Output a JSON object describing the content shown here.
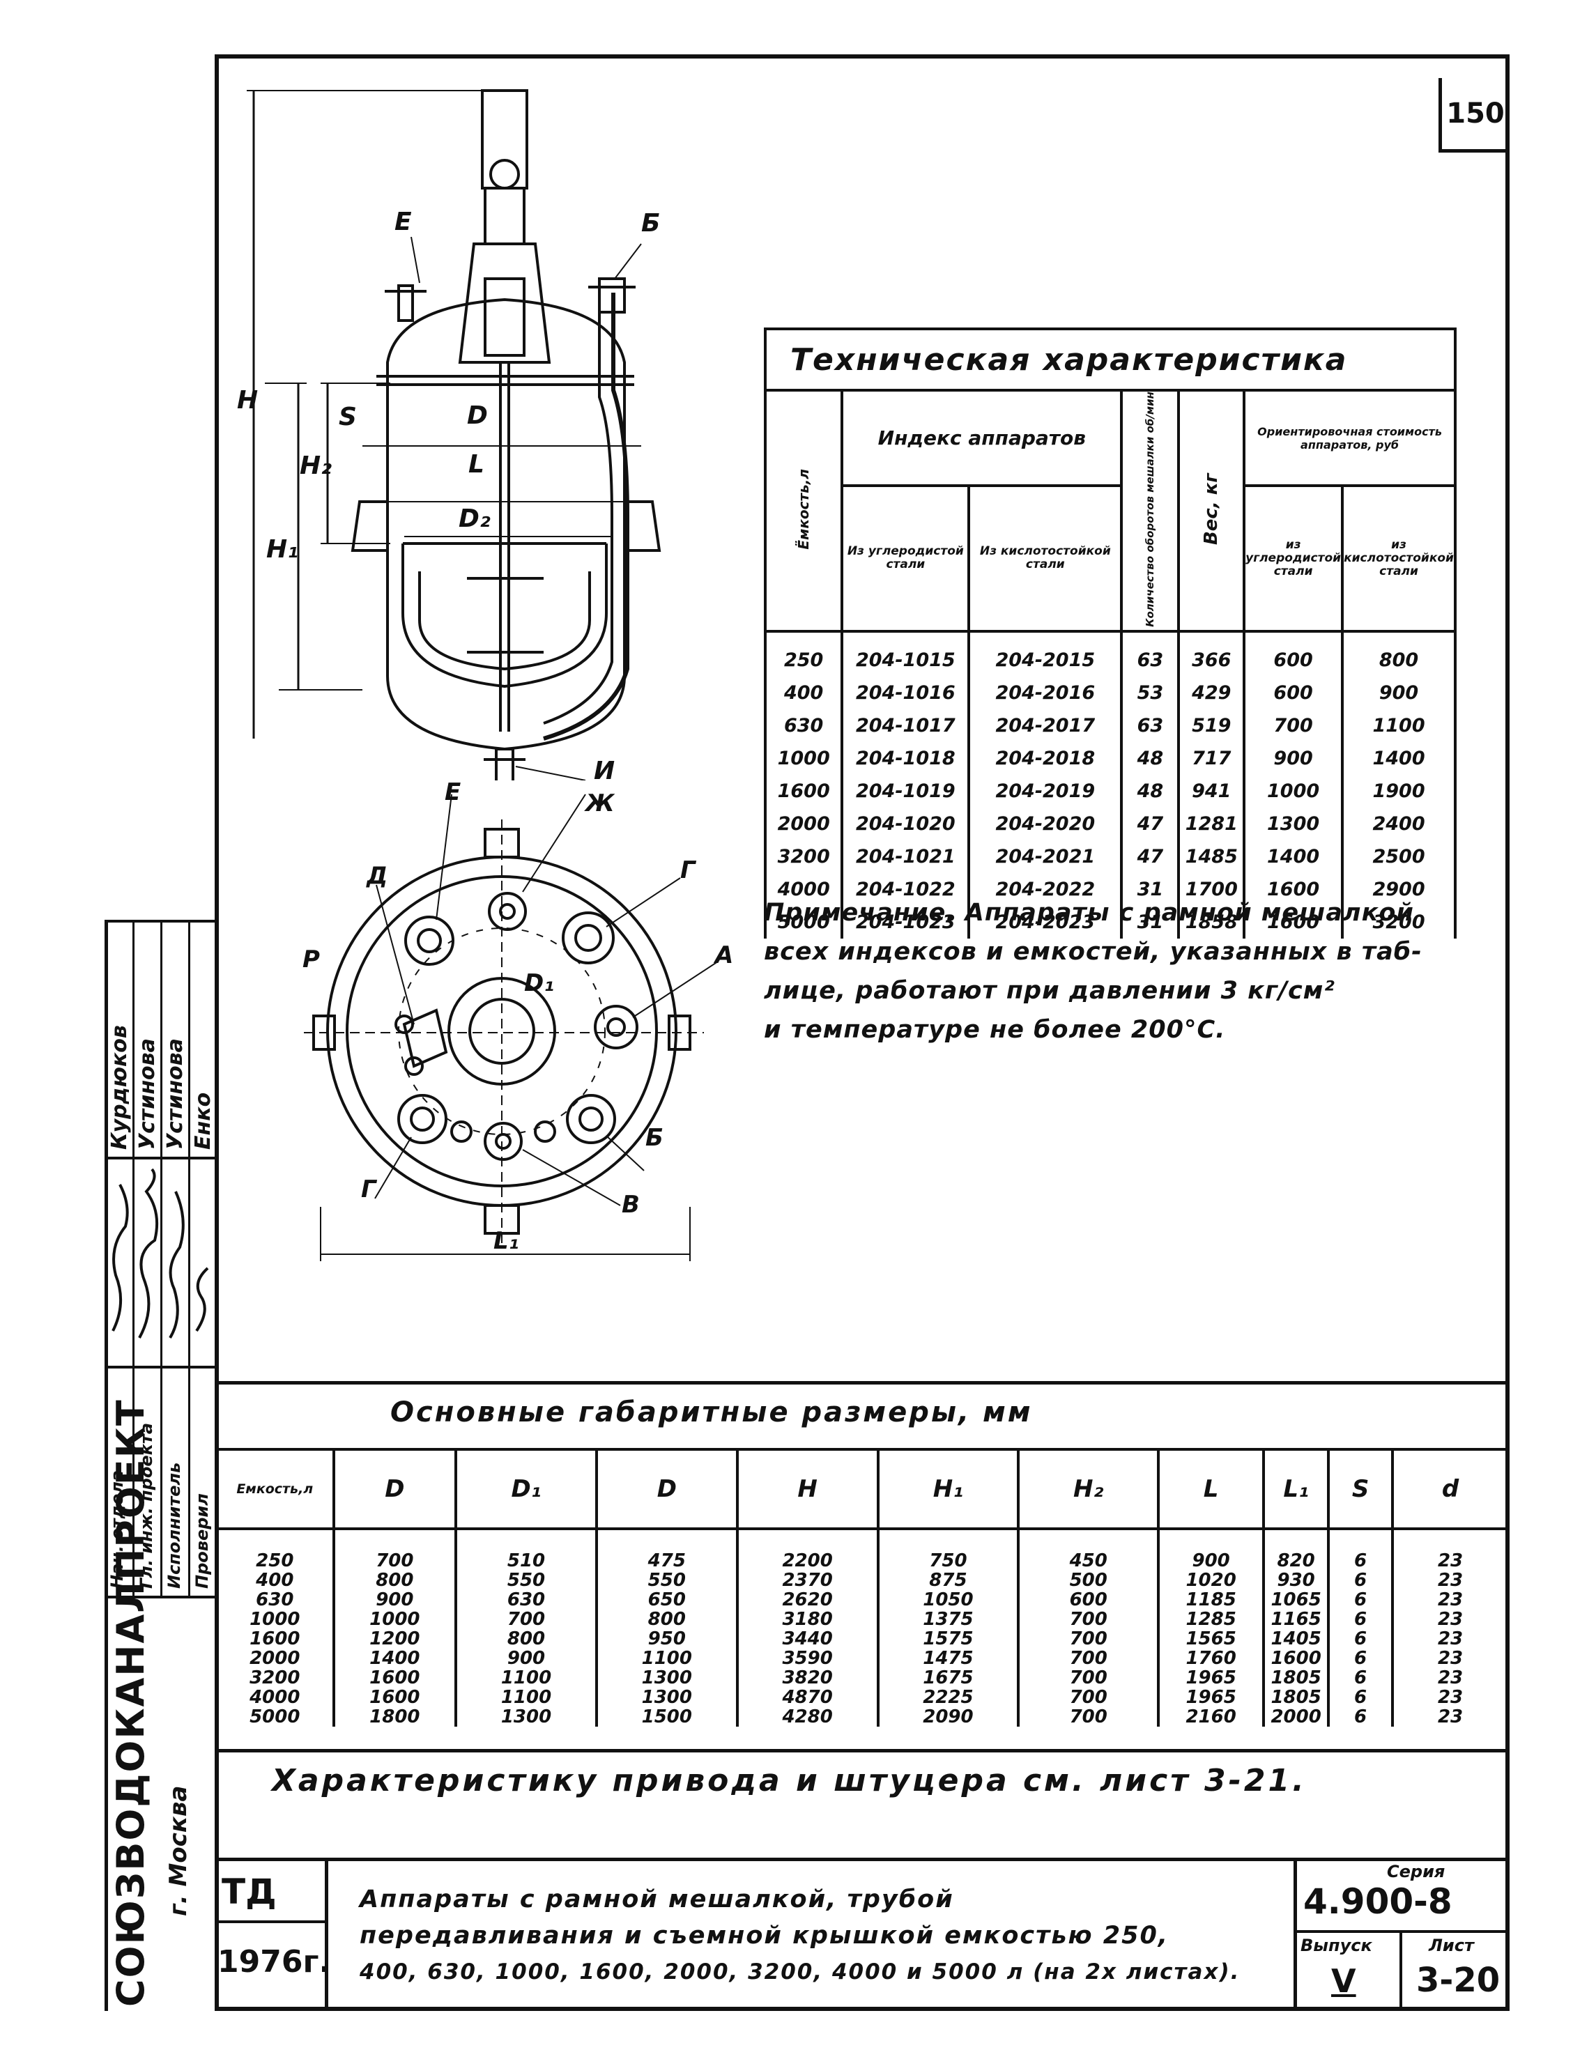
{
  "sheet_number": "150",
  "drawing_labels": {
    "top_left_nozzle": "Е",
    "top_right_nozzle": "Б",
    "height_total": "Н",
    "height_1": "Н₁",
    "height_2": "Н₂",
    "wall": "S",
    "diameter": "D",
    "length": "L",
    "diameter_2": "D₂",
    "bottom_nozzle": "И"
  },
  "plan_labels": {
    "e": "Е",
    "zh": "Ж",
    "g_top": "Г",
    "d": "Д",
    "r": "Р",
    "a": "А",
    "d1": "D₁",
    "b": "Б",
    "v": "В",
    "g_bottom": "Г",
    "l1": "L₁"
  },
  "tech_table": {
    "title": "Техническая характеристика",
    "col_capacity": "Ёмкость,л",
    "col_index_group": "Индекс аппаратов",
    "col_index_carbon": "Из углеродистой стали",
    "col_index_acid": "Из кислотостойкой стали",
    "col_rpm": "Количество оборотов мешалки об/мин",
    "col_weight": "Вес, кг",
    "col_price_group": "Ориентировочная стоимость аппаратов, руб",
    "col_price_carbon": "из углеродистой стали",
    "col_price_acid": "из кислотостойкой стали",
    "rows": [
      [
        "250",
        "204-1015",
        "204-2015",
        "63",
        "366",
        "600",
        "800"
      ],
      [
        "400",
        "204-1016",
        "204-2016",
        "53",
        "429",
        "600",
        "900"
      ],
      [
        "630",
        "204-1017",
        "204-2017",
        "63",
        "519",
        "700",
        "1100"
      ],
      [
        "1000",
        "204-1018",
        "204-2018",
        "48",
        "717",
        "900",
        "1400"
      ],
      [
        "1600",
        "204-1019",
        "204-2019",
        "48",
        "941",
        "1000",
        "1900"
      ],
      [
        "2000",
        "204-1020",
        "204-2020",
        "47",
        "1281",
        "1300",
        "2400"
      ],
      [
        "3200",
        "204-1021",
        "204-2021",
        "47",
        "1485",
        "1400",
        "2500"
      ],
      [
        "4000",
        "204-1022",
        "204-2022",
        "31",
        "1700",
        "1600",
        "2900"
      ],
      [
        "5000",
        "204-1023",
        "204-2023",
        "31",
        "1858",
        "1600",
        "3200"
      ]
    ]
  },
  "note": {
    "line1": "Примечание. Аппараты с рамной мешалкой",
    "line2": "всех индексов и емкостей, указанных в таб-",
    "line3": "лице, работают при давлении 3 кг/см²",
    "line4": "и температуре не более 200°С."
  },
  "dims_table": {
    "title": "Основные габаритные размеры, мм",
    "headers": [
      "Емкость,л",
      "D",
      "D₁",
      "D",
      "Н",
      "Н₁",
      "Н₂",
      "L",
      "L₁",
      "S",
      "d"
    ],
    "rows": [
      [
        "250",
        "700",
        "510",
        "475",
        "2200",
        "750",
        "450",
        "900",
        "820",
        "6",
        "23"
      ],
      [
        "400",
        "800",
        "550",
        "550",
        "2370",
        "875",
        "500",
        "1020",
        "930",
        "6",
        "23"
      ],
      [
        "630",
        "900",
        "630",
        "650",
        "2620",
        "1050",
        "600",
        "1185",
        "1065",
        "6",
        "23"
      ],
      [
        "1000",
        "1000",
        "700",
        "800",
        "3180",
        "1375",
        "700",
        "1285",
        "1165",
        "6",
        "23"
      ],
      [
        "1600",
        "1200",
        "800",
        "950",
        "3440",
        "1575",
        "700",
        "1565",
        "1405",
        "6",
        "23"
      ],
      [
        "2000",
        "1400",
        "900",
        "1100",
        "3590",
        "1475",
        "700",
        "1760",
        "1600",
        "6",
        "23"
      ],
      [
        "3200",
        "1600",
        "1100",
        "1300",
        "3820",
        "1675",
        "700",
        "1965",
        "1805",
        "6",
        "23"
      ],
      [
        "4000",
        "1600",
        "1100",
        "1300",
        "4870",
        "2225",
        "700",
        "1965",
        "1805",
        "6",
        "23"
      ],
      [
        "5000",
        "1800",
        "1300",
        "1500",
        "4280",
        "2090",
        "700",
        "2160",
        "2000",
        "6",
        "23"
      ]
    ]
  },
  "drive_note": "Характеристику привода и штуцера см. лист 3-21.",
  "title_block": {
    "td": "ТД",
    "year": "1976г.",
    "description_line1": "Аппараты с рамной мешалкой, трубой",
    "description_line2": "передавливания и съемной крышкой емкостью 250,",
    "description_line3": "400, 630, 1000, 1600, 2000, 3200, 4000 и 5000 л (на 2х листах).",
    "series_label": "Серия",
    "series": "4.900-8",
    "issue_label": "Выпуск",
    "issue": "V",
    "sheet_label": "Лист",
    "sheet": "3-20"
  },
  "margin": {
    "organization": "СОЮЗВОДОКАНАЛПРОЕКТ",
    "city": "г. Москва",
    "roles": [
      "Нач. отдела",
      "Гл. инж. проекта",
      "Исполнитель",
      "Проверил"
    ],
    "names": [
      "Курдюков",
      "Устинова",
      "Устинова",
      "Енко"
    ]
  }
}
